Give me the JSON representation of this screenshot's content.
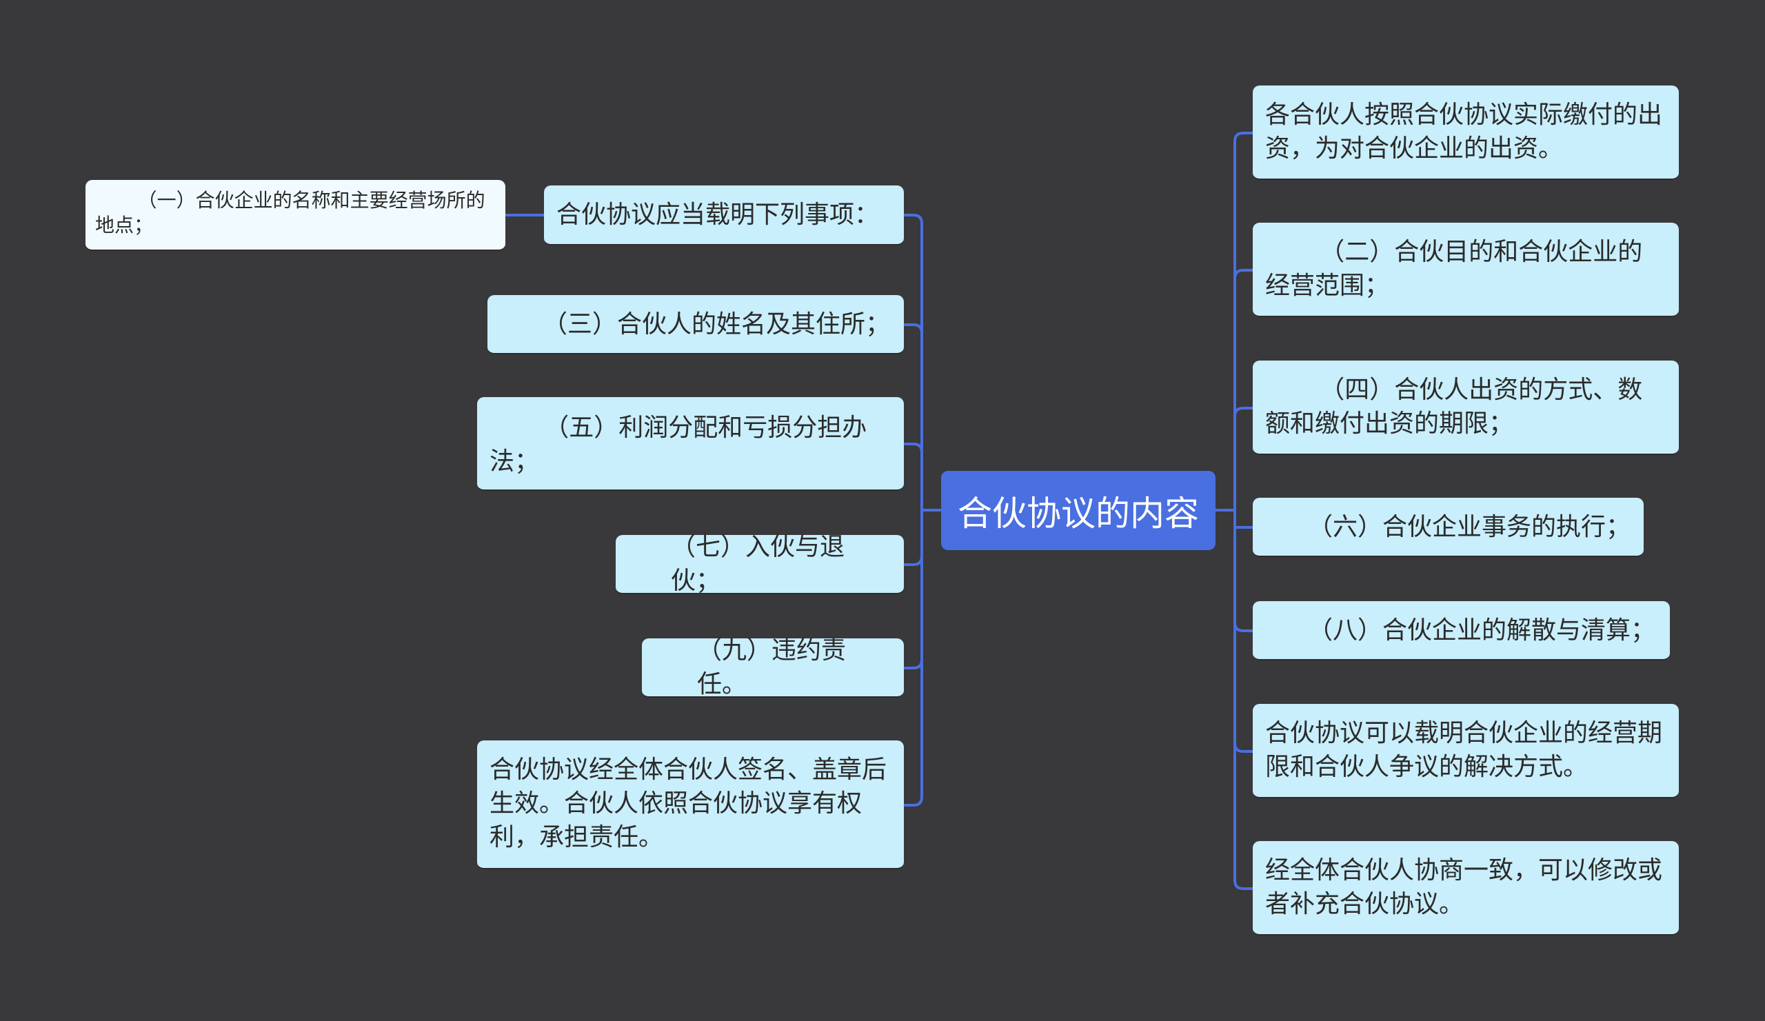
{
  "center": {
    "label": "合伙协议的内容"
  },
  "left": {
    "parent": "合伙协议应当载明下列事项：",
    "sub": "（一）合伙企业的名称和主要经营场所的地点；",
    "items": [
      "（三）合伙人的姓名及其住所；",
      "（五）利润分配和亏损分担办法；",
      "（七）入伙与退伙；",
      "（九）违约责任。",
      "合伙协议经全体合伙人签名、盖章后生效。合伙人依照合伙协议享有权利，承担责任。"
    ]
  },
  "right": {
    "items": [
      "各合伙人按照合伙协议实际缴付的出资，为对合伙企业的出资。",
      "（二）合伙目的和合伙企业的经营范围；",
      "（四）合伙人出资的方式、数额和缴付出资的期限；",
      "（六）合伙企业事务的执行；",
      "（八）合伙企业的解散与清算；",
      "合伙协议可以载明合伙企业的经营期限和合伙人争议的解决方式。",
      "经全体合伙人协商一致，可以修改或者补充合伙协议。"
    ]
  },
  "colors": {
    "background": "#39383a",
    "accent": "#4a6fe0",
    "node": "#c9eefc",
    "line": "#4a6fe0"
  }
}
